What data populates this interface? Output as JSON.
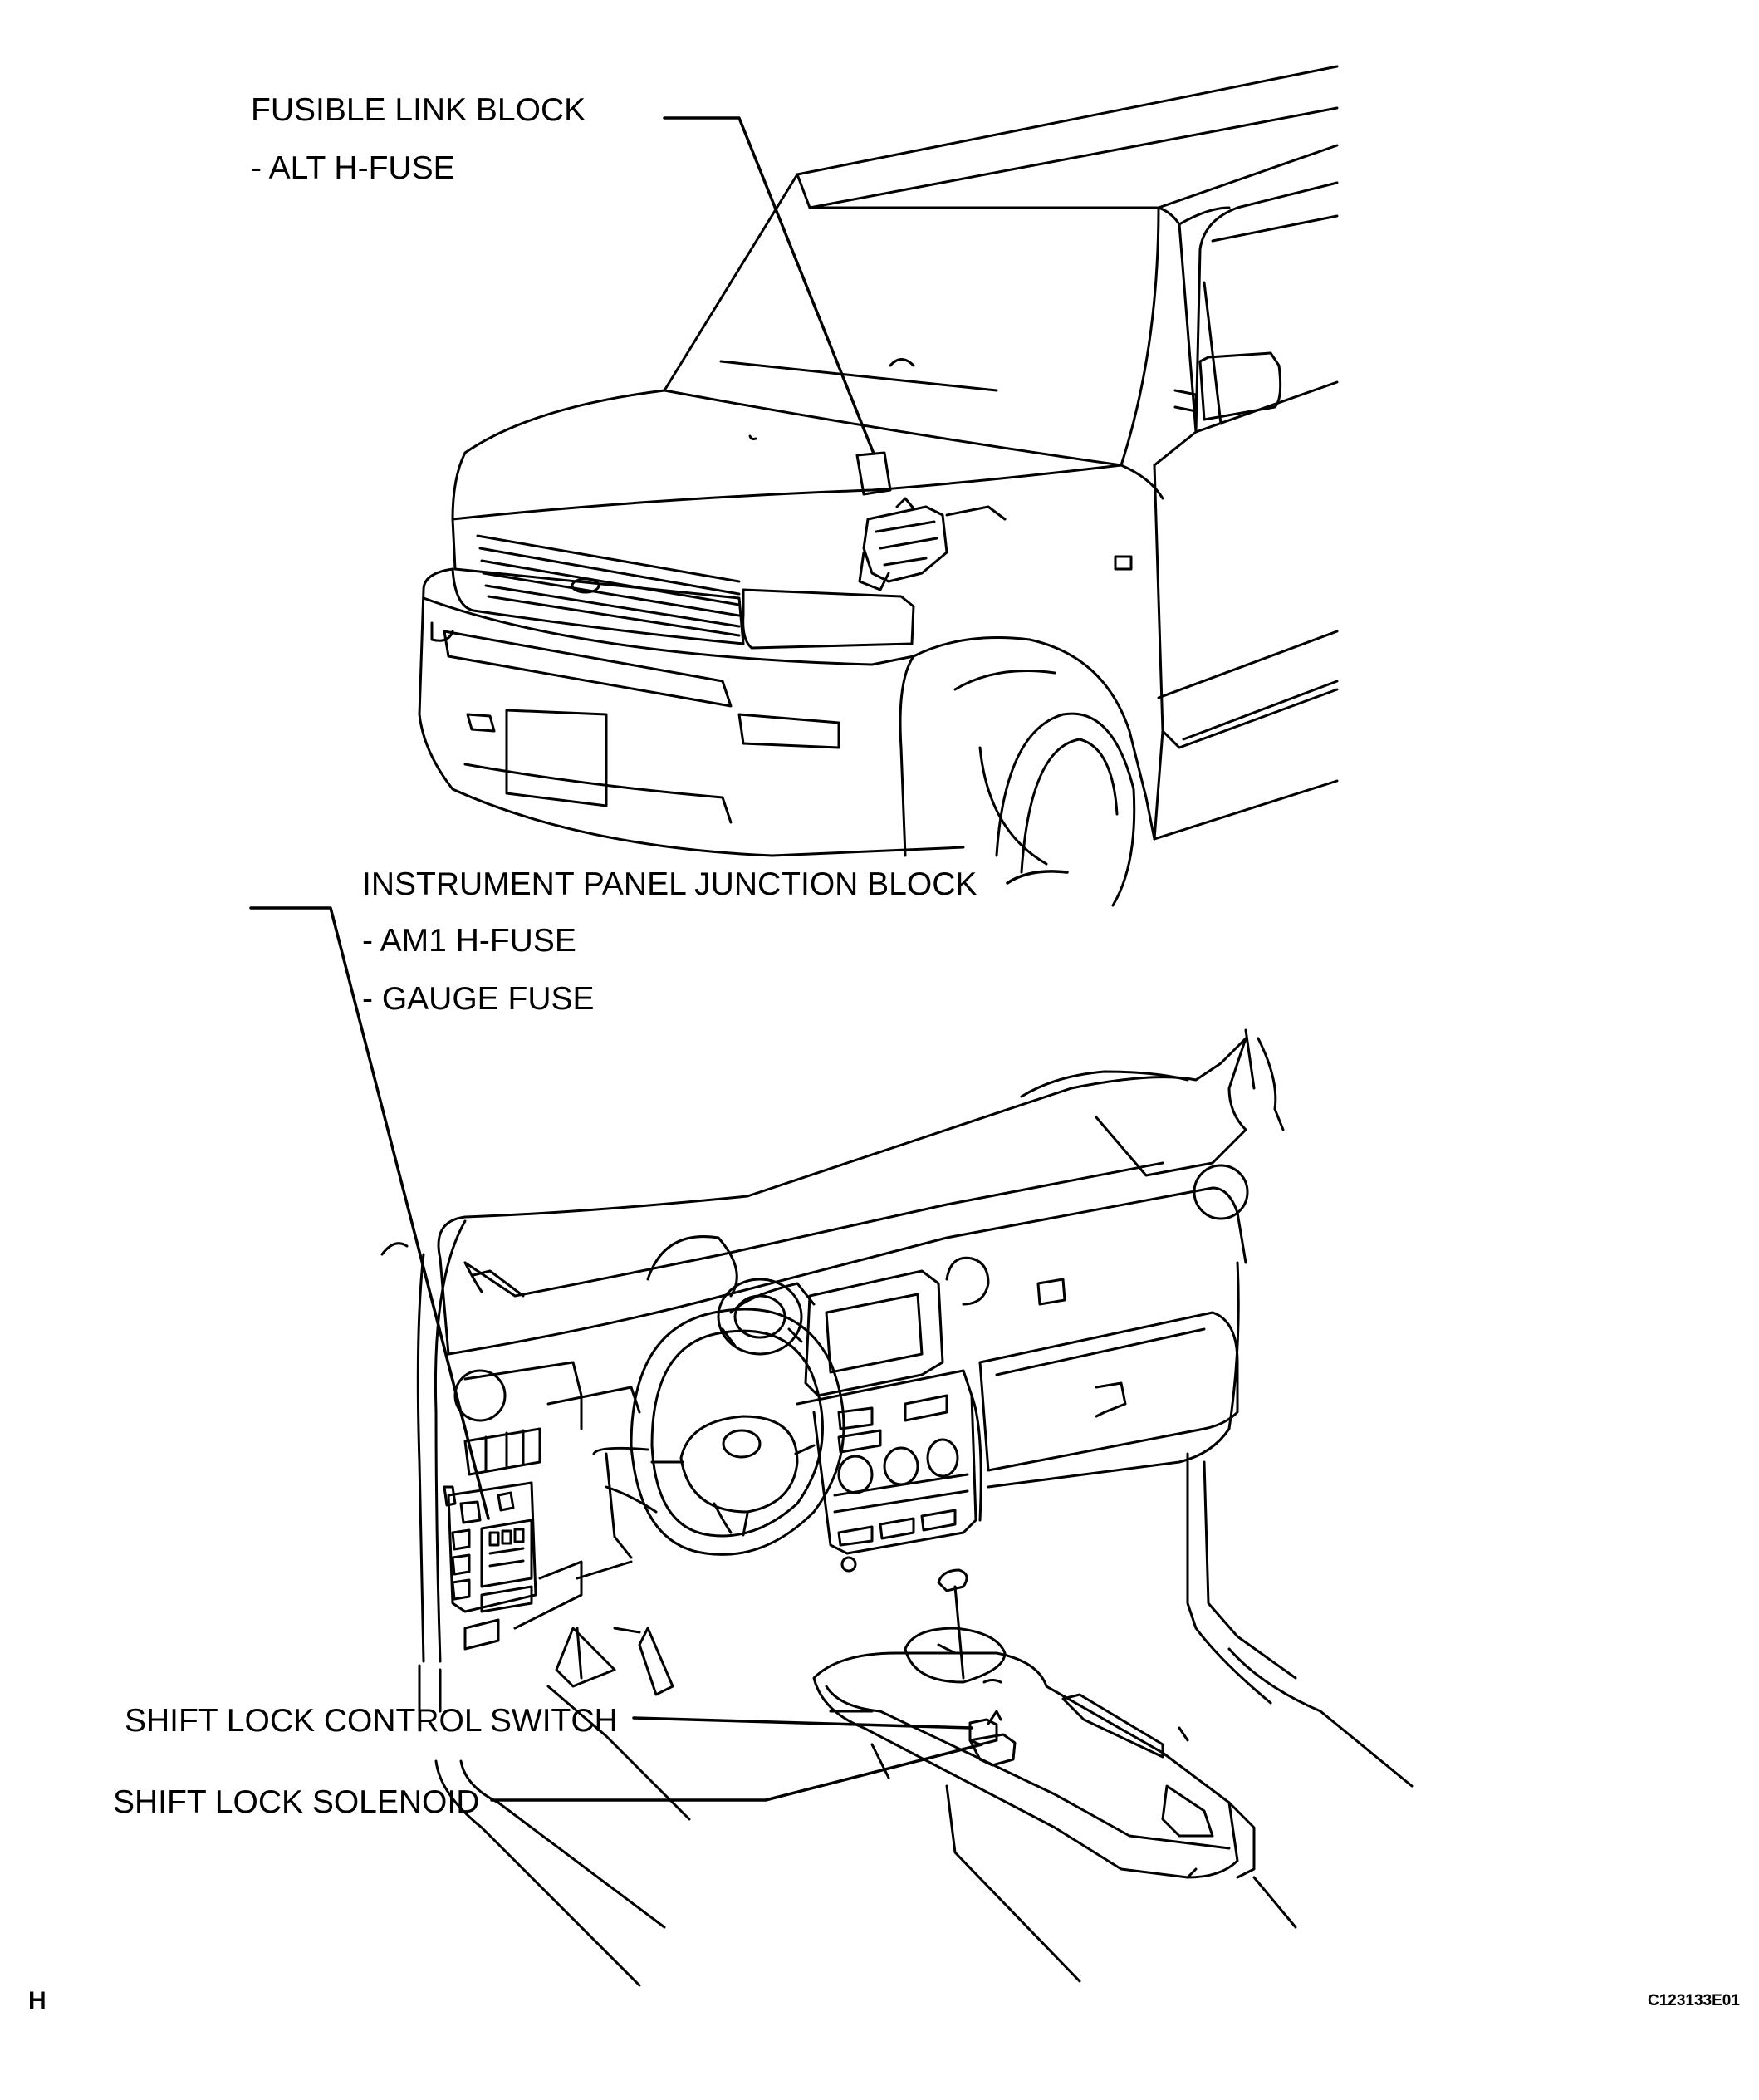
{
  "callouts": {
    "fusible_link_block": {
      "title": "FUSIBLE LINK BLOCK",
      "items": [
        "- ALT H-FUSE"
      ]
    },
    "instrument_panel_junction_block": {
      "title": "INSTRUMENT PANEL JUNCTION BLOCK",
      "items": [
        "- AM1 H-FUSE",
        "- GAUGE FUSE"
      ]
    },
    "shift_lock_control_switch": {
      "title": "SHIFT LOCK CONTROL SWITCH"
    },
    "shift_lock_solenoid": {
      "title": "SHIFT LOCK SOLENOID"
    }
  },
  "footer": {
    "left_mark": "H",
    "figure_code": "C123133E01"
  },
  "colors": {
    "ink": "#000000",
    "paper": "#ffffff"
  }
}
